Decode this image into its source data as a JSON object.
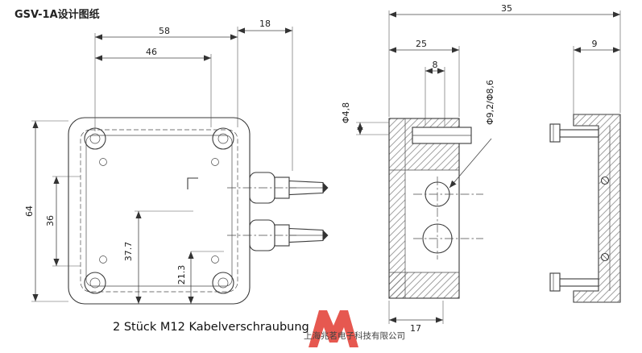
{
  "title": "GSV-1A设计图纸",
  "caption": "2 Stück M12 Kabelverschraubung",
  "watermark": {
    "company": "上海兆茗电子科技有限公司"
  },
  "colors": {
    "title_red": "#8a1b1b",
    "line": "#3a3a3a",
    "watermark_red": "#e23c32"
  },
  "front_view": {
    "dims": {
      "outer_width": "58",
      "inner_width": "46",
      "gland_length": "18",
      "outer_height": "64",
      "inner_height": "36",
      "hole1_y": "37.7",
      "hole2_y": "21.3"
    }
  },
  "side_view": {
    "dims": {
      "overall": "35",
      "body": "25",
      "boss": "8",
      "small_hole_dia": "Φ4,8",
      "gland_hole_dia": "Φ9,2/Φ8,6",
      "cover": "9",
      "base": "17"
    }
  }
}
